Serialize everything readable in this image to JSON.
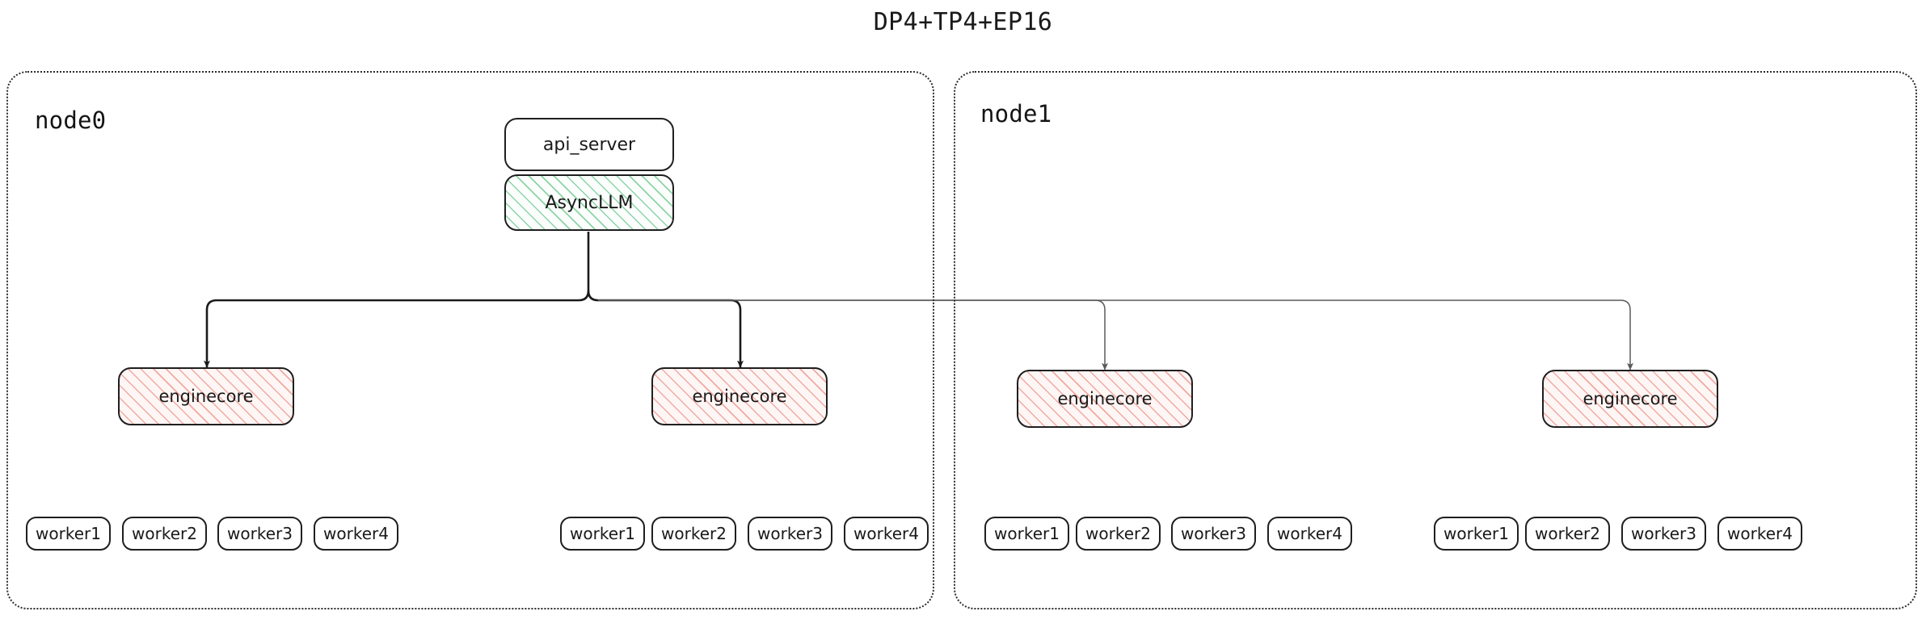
{
  "title": "DP4+TP4+EP16",
  "colors": {
    "stroke": "#1f1f1f",
    "edge_strong": "#1a1a1a",
    "edge_faint": "#555555",
    "hatch_green": "#78cd96",
    "hatch_pink": "#ec887e",
    "container_border": "#2b2b2b",
    "text": "#1a1a1a"
  },
  "nodes": [
    {
      "id": "node0",
      "label": "node0",
      "components": {
        "api_server": "api_server",
        "async_llm": "AsyncLLM"
      },
      "enginecores": [
        {
          "label": "enginecore",
          "workers": [
            "worker1",
            "worker2",
            "worker3",
            "worker4"
          ]
        },
        {
          "label": "enginecore",
          "workers": [
            "worker1",
            "worker2",
            "worker3",
            "worker4"
          ]
        }
      ]
    },
    {
      "id": "node1",
      "label": "node1",
      "enginecores": [
        {
          "label": "enginecore",
          "workers": [
            "worker1",
            "worker2",
            "worker3",
            "worker4"
          ]
        },
        {
          "label": "enginecore",
          "workers": [
            "worker1",
            "worker2",
            "worker3",
            "worker4"
          ]
        }
      ]
    }
  ]
}
